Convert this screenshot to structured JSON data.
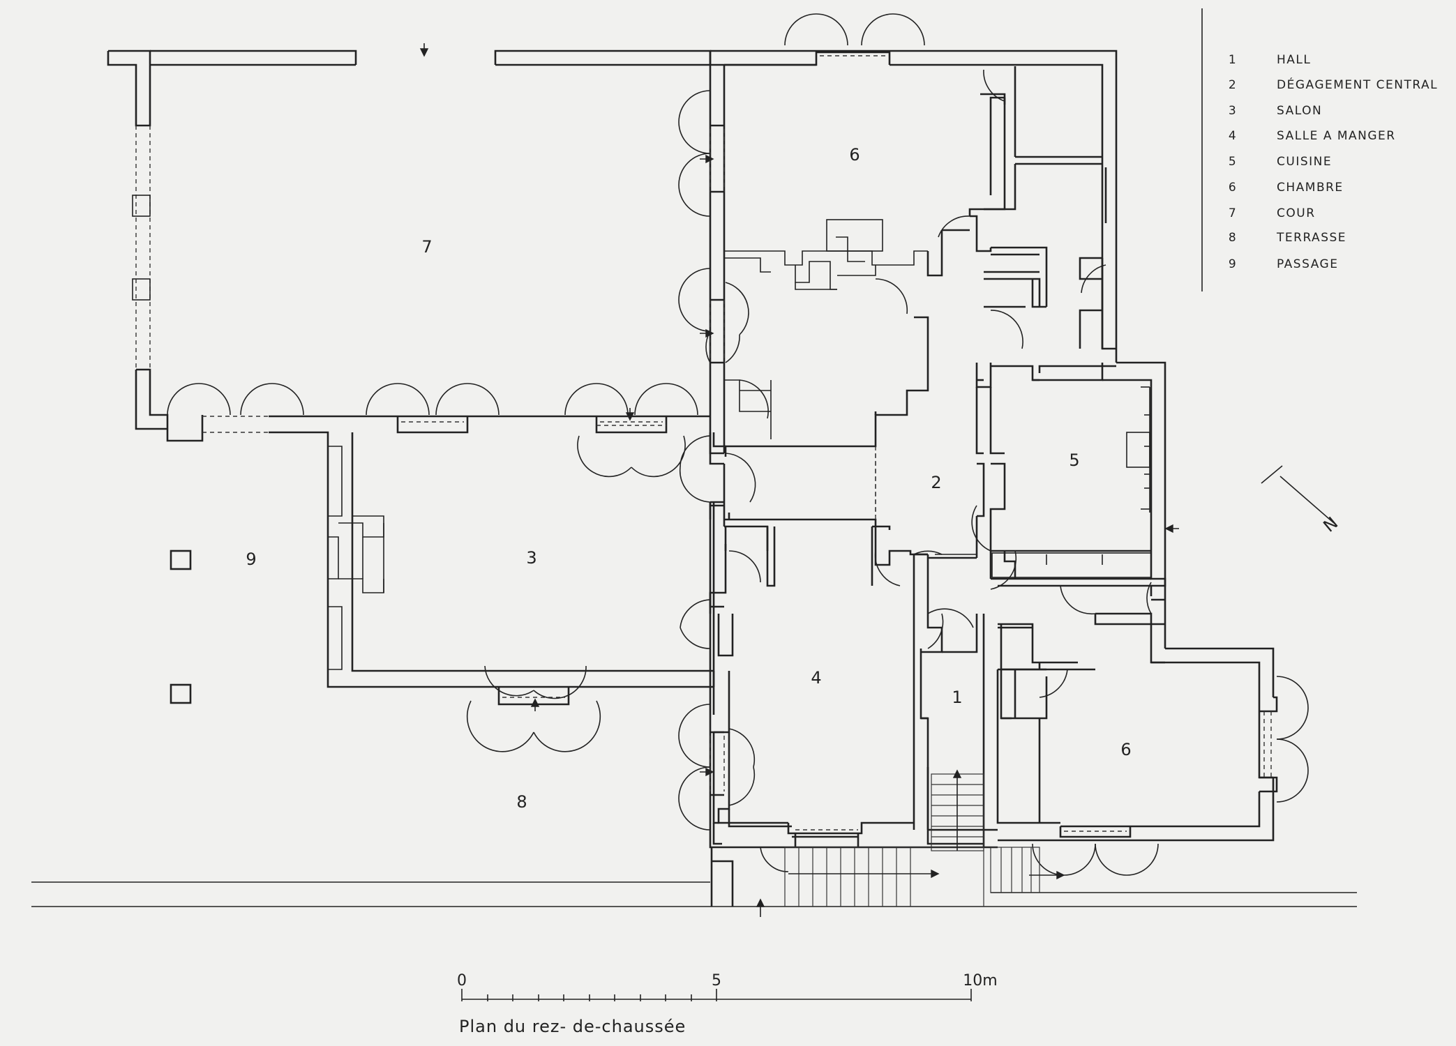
{
  "legend": [
    {
      "num": "1",
      "label": "HALL"
    },
    {
      "num": "2",
      "label": "DÉGAGEMENT CENTRAL"
    },
    {
      "num": "3",
      "label": "SALON"
    },
    {
      "num": "4",
      "label": "SALLE A MANGER"
    },
    {
      "num": "5",
      "label": "CUISINE"
    },
    {
      "num": "6",
      "label": "CHAMBRE"
    },
    {
      "num": "7",
      "label": "COUR"
    },
    {
      "num": "8",
      "label": "TERRASSE"
    },
    {
      "num": "9",
      "label": "PASSAGE"
    }
  ],
  "rooms": {
    "cour": "7",
    "chambre_north": "6",
    "degagement": "2",
    "cuisine": "5",
    "salon": "3",
    "passage": "9",
    "salle_a_manger": "4",
    "hall": "1",
    "chambre_south": "6",
    "terrasse": "8"
  },
  "scale": {
    "zero": "0",
    "five": "5",
    "ten": "10m"
  },
  "caption": "Plan du rez- de-chaussée",
  "north": {
    "letter": "N"
  },
  "colors": {
    "ink": "#222222",
    "paper": "#f1f1ef"
  }
}
